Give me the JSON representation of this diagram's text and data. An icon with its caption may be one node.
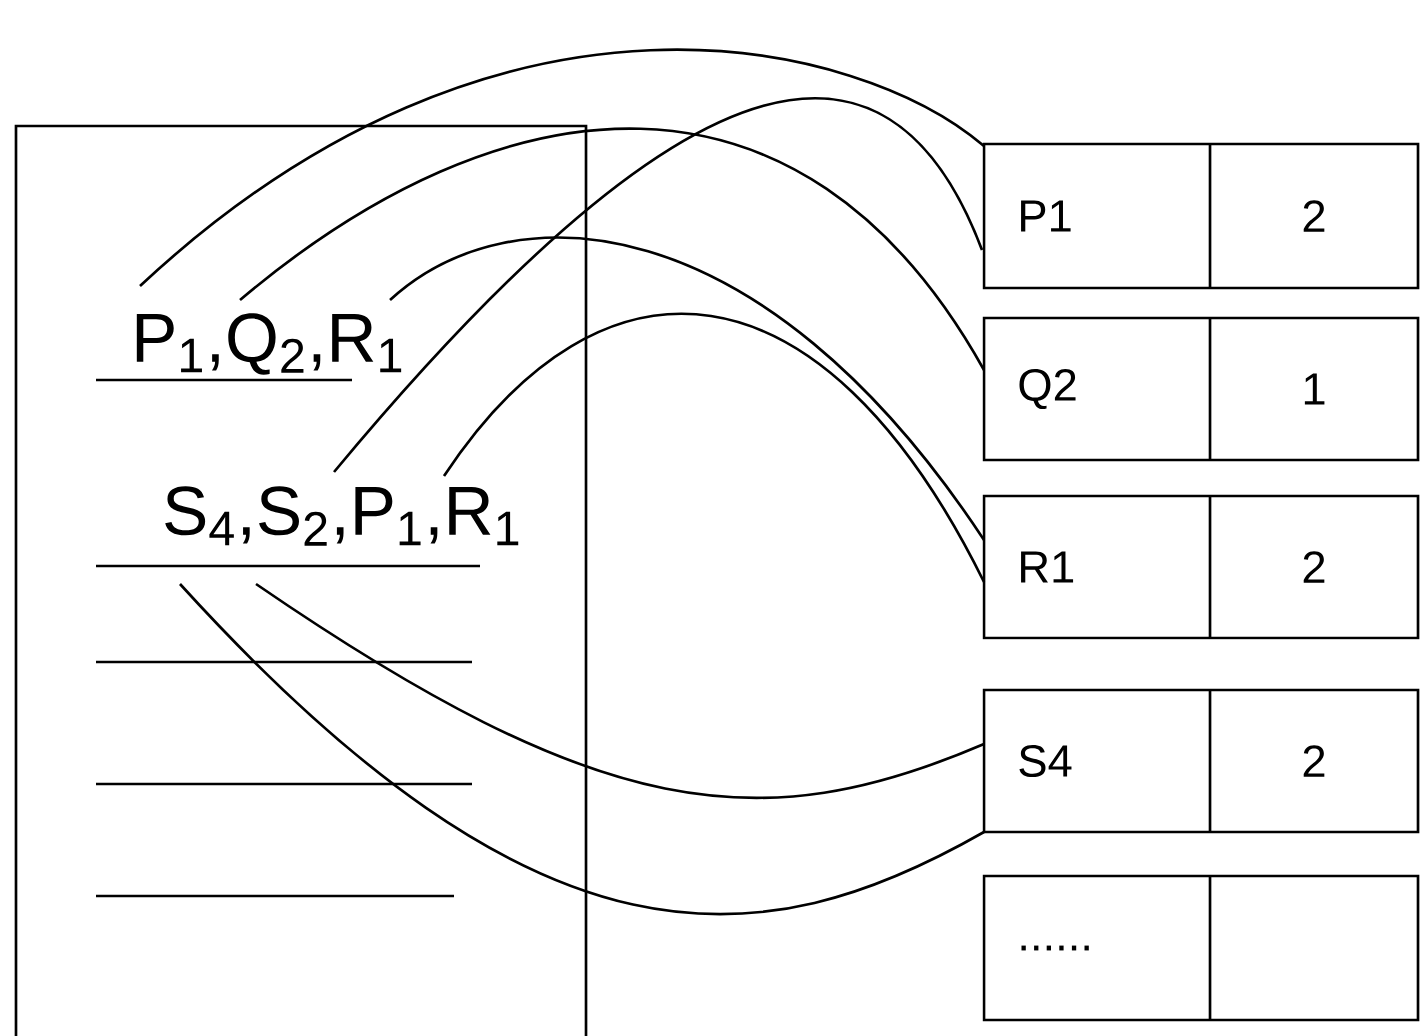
{
  "diagram": {
    "nodes": [
      {
        "text": [],
        "shape": "box"
      },
      {
        "text": [
          "P$_{1}$,Q$_{2}$,R$_{1}$"
        ],
        "in": 0
      },
      {
        "text": [
          "S$_{4}$,S$_{2}$,P$_{1}$,R$_{1}$"
        ],
        "in": 0
      },
      {
        "text": [
          "P1",
          "2"
        ]
      },
      {
        "text": [
          "Q2",
          "1"
        ]
      },
      {
        "text": [
          "R1",
          "2"
        ]
      },
      {
        "text": [
          "S4",
          "2"
        ]
      },
      {
        "text": [
          "......"
        ]
      }
    ],
    "edges": [
      {
        "from": 1,
        "to": 3,
        "arrow": "none"
      },
      {
        "from": 1,
        "to": 4,
        "arrow": "none"
      },
      {
        "from": 1,
        "to": 5,
        "arrow": "none"
      },
      {
        "from": 2,
        "to": 3,
        "arrow": "none"
      },
      {
        "from": 2,
        "to": 5,
        "arrow": "none"
      },
      {
        "from": 2,
        "to": 6,
        "arrow": "none"
      },
      {
        "from": 2,
        "to": 6,
        "arrow": "none"
      }
    ]
  }
}
